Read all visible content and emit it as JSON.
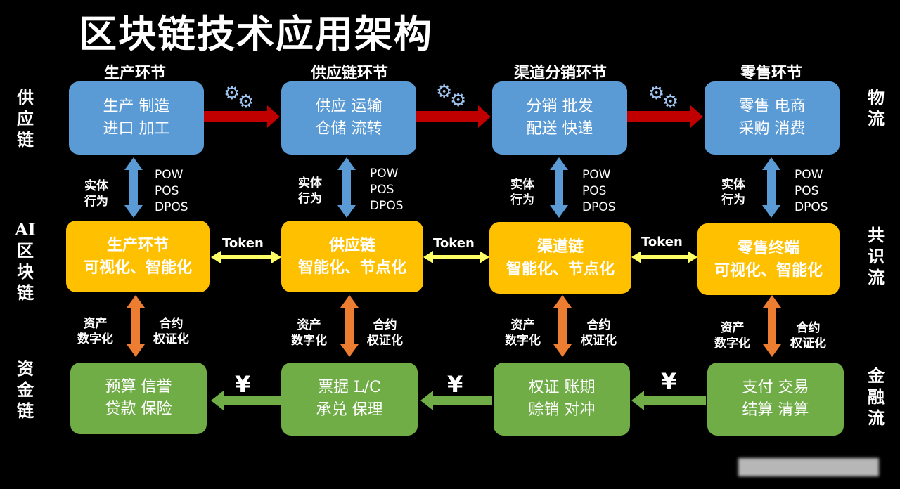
{
  "title": "区块链技术应用架构",
  "columns": [
    "生产环节",
    "供应链环节",
    "渠道分销环节",
    "零售环节"
  ],
  "left_labels": [
    "供应链",
    "AI区块链",
    "资金链"
  ],
  "right_labels": [
    "物流",
    "共识流",
    "金融流"
  ],
  "blue_boxes": [
    {
      "line1": "生产 制造",
      "line2": "进口 加工"
    },
    {
      "line1": "供应 运输",
      "line2": "仓储 流转"
    },
    {
      "line1": "分销 批发",
      "line2": "配送 快递"
    },
    {
      "line1": "零售 电商",
      "line2": "采购 消费"
    }
  ],
  "yellow_boxes": [
    {
      "line1": "生产环节",
      "line2": "可视化、智能化"
    },
    {
      "line1": "供应链",
      "line2": "智能化、节点化"
    },
    {
      "line1": "渠道链",
      "line2": "智能化、节点化"
    },
    {
      "line1": "零售终端",
      "line2": "可视化、智能化"
    }
  ],
  "green_boxes": [
    {
      "line1": "预算 信誉",
      "line2": "贷款 保险"
    },
    {
      "line1": "票据 L/C",
      "line2": "承兑 保理"
    },
    {
      "line1": "权证 账期",
      "line2": "赊销 对冲"
    },
    {
      "line1": "支付 交易",
      "line2": "结算 清算"
    }
  ],
  "upper_link": {
    "left_line1": "实体",
    "left_line2": "行为",
    "consensus": [
      "POW",
      "POS",
      "DPOS"
    ]
  },
  "lower_link": {
    "left_line1": "资产",
    "left_line2": "数字化",
    "right_line1": "合约",
    "right_line2": "权证化"
  },
  "token_label": "Token",
  "yen_label": "¥",
  "colors": {
    "blue": "#5b9bd5",
    "yellow": "#ffc000",
    "green": "#70ad47",
    "red_arrow": "#c00000",
    "orange_arrow": "#ed7d31",
    "yellow_arrow": "#ffff66",
    "green_arrow": "#70ad47",
    "blue_arrow": "#5b9bd5"
  }
}
